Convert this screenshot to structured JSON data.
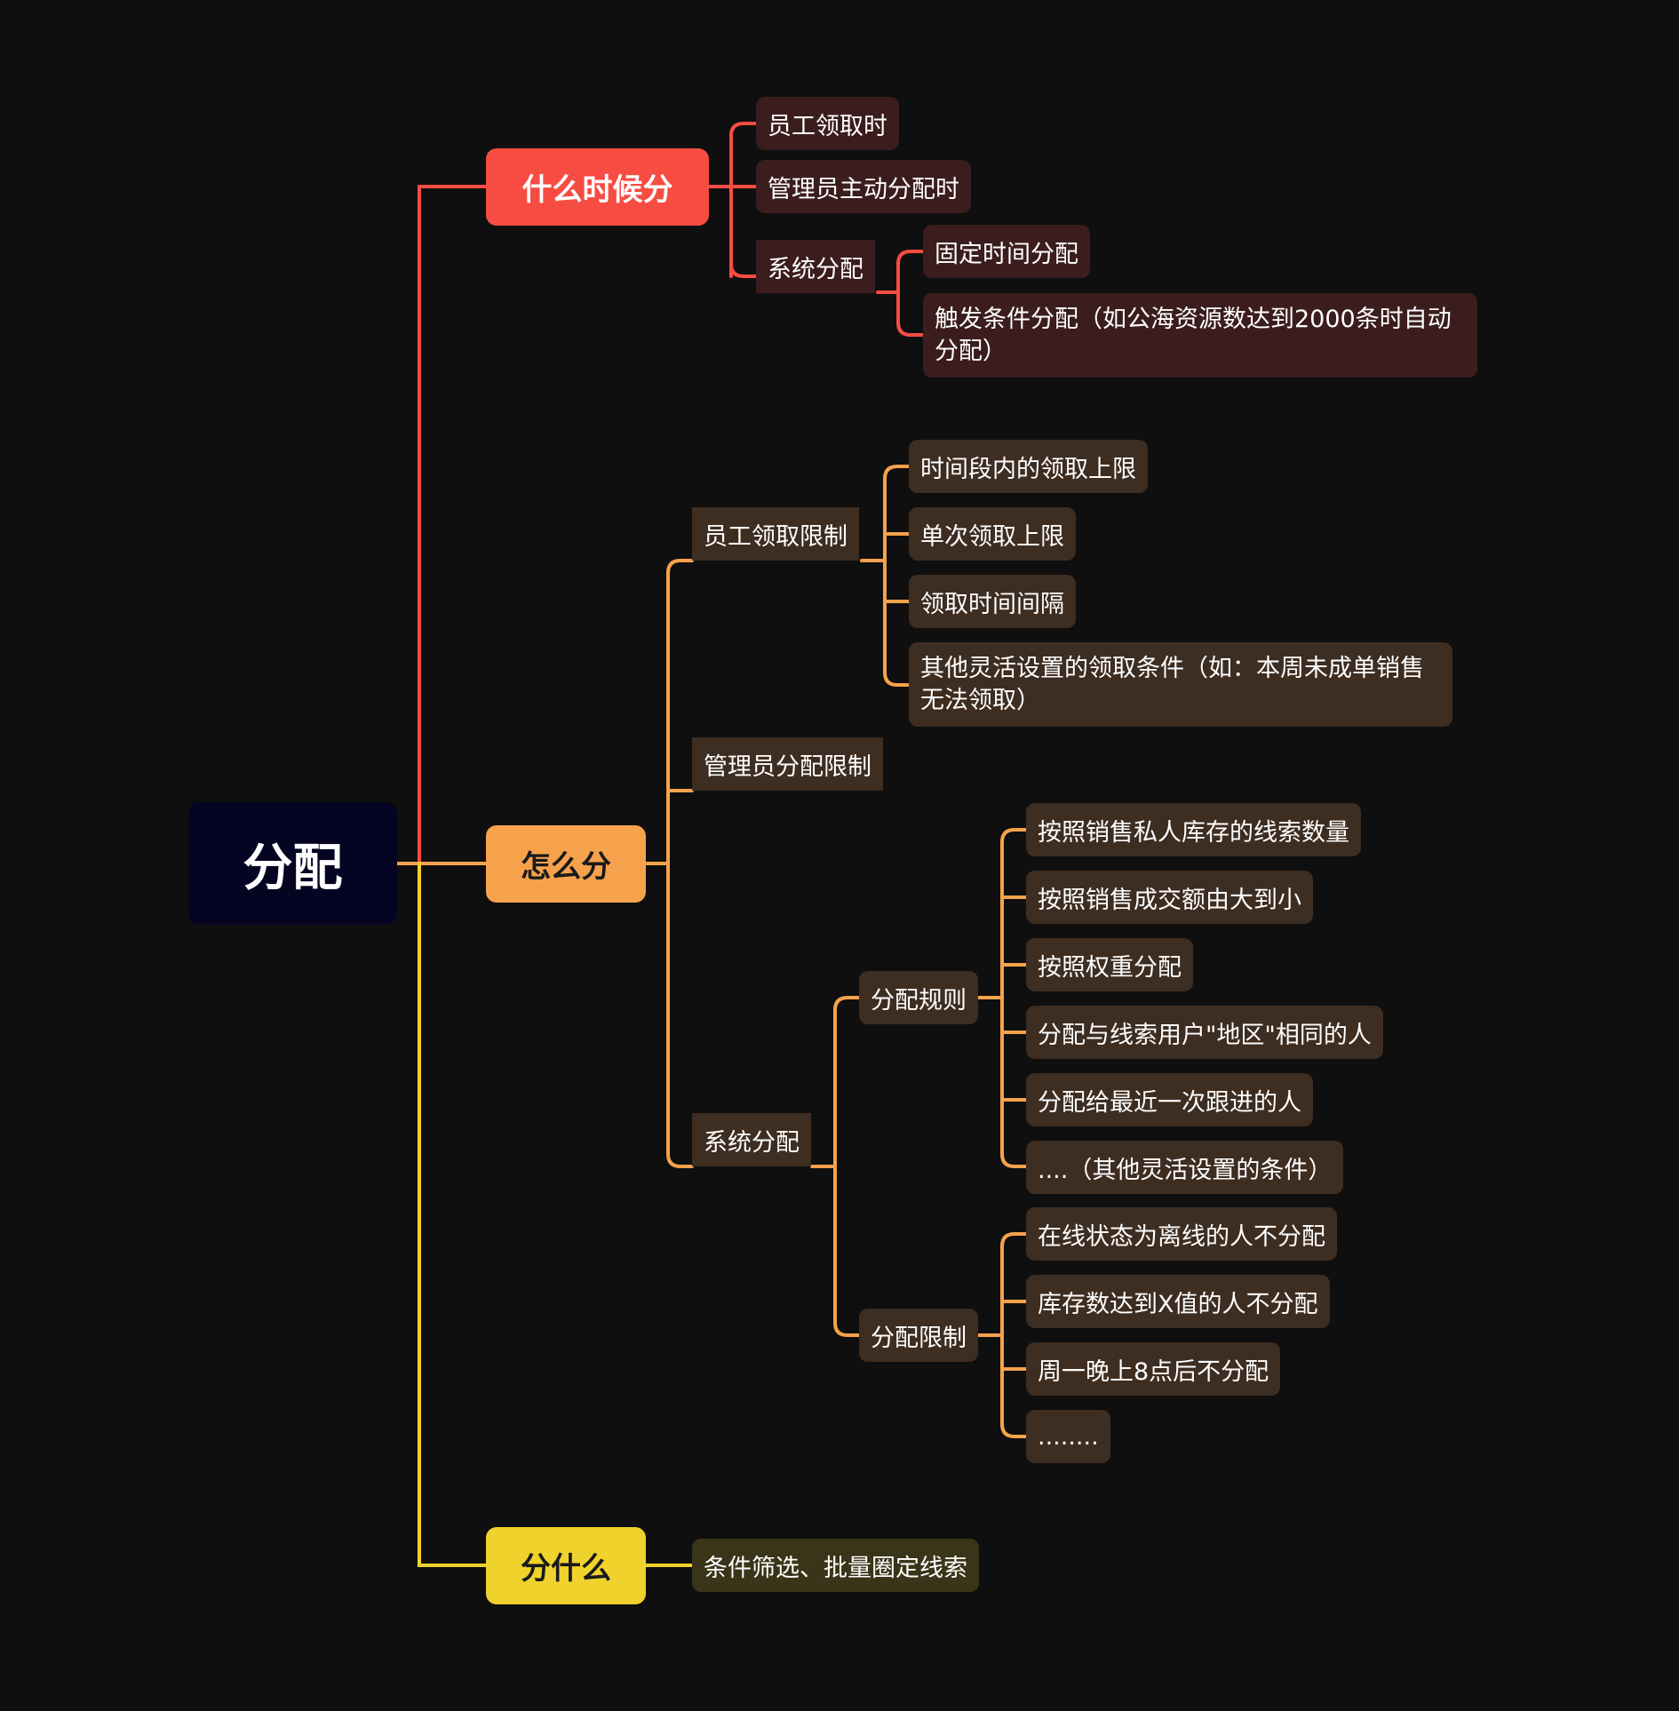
{
  "root": {
    "label": "分配"
  },
  "colors": {
    "background": "#0f0f0f",
    "root": "#050523",
    "branch_red": "#f74c42",
    "branch_orange": "#f6a24c",
    "branch_yellow": "#f0d22c",
    "leaf_red_bg": "#3c1d1d",
    "leaf_orange_bg": "#3e2d21",
    "leaf_yellow_bg": "#3a3418"
  },
  "branches": {
    "when": {
      "label": "什么时候分",
      "items": {
        "employee_claim": "员工领取时",
        "admin_assign": "管理员主动分配时",
        "system_assign": {
          "label": "系统分配",
          "items": {
            "fixed_time": "固定时间分配",
            "trigger": "触发条件分配（如公海资源数达到2000条时自动分配）"
          }
        }
      }
    },
    "how": {
      "label": "怎么分",
      "items": {
        "employee_limits": {
          "label": "员工领取限制",
          "items": {
            "period_cap": "时间段内的领取上限",
            "single_cap": "单次领取上限",
            "interval": "领取时间间隔",
            "other": "其他灵活设置的领取条件（如：本周未成单销售无法领取）"
          }
        },
        "admin_limits": {
          "label": "管理员分配限制"
        },
        "system": {
          "label": "系统分配",
          "rules": {
            "label": "分配规则",
            "items": {
              "r1": "按照销售私人库存的线索数量",
              "r2": "按照销售成交额由大到小",
              "r3": "按照权重分配",
              "r4": "分配与线索用户\"地区\"相同的人",
              "r5": "分配给最近一次跟进的人",
              "r6": "....（其他灵活设置的条件）"
            }
          },
          "limits": {
            "label": "分配限制",
            "items": {
              "l1": "在线状态为离线的人不分配",
              "l2": "库存数达到X值的人不分配",
              "l3": "周一晚上8点后不分配",
              "l4": "........"
            }
          }
        }
      }
    },
    "what": {
      "label": "分什么",
      "items": {
        "filter": "条件筛选、批量圈定线索"
      }
    }
  }
}
